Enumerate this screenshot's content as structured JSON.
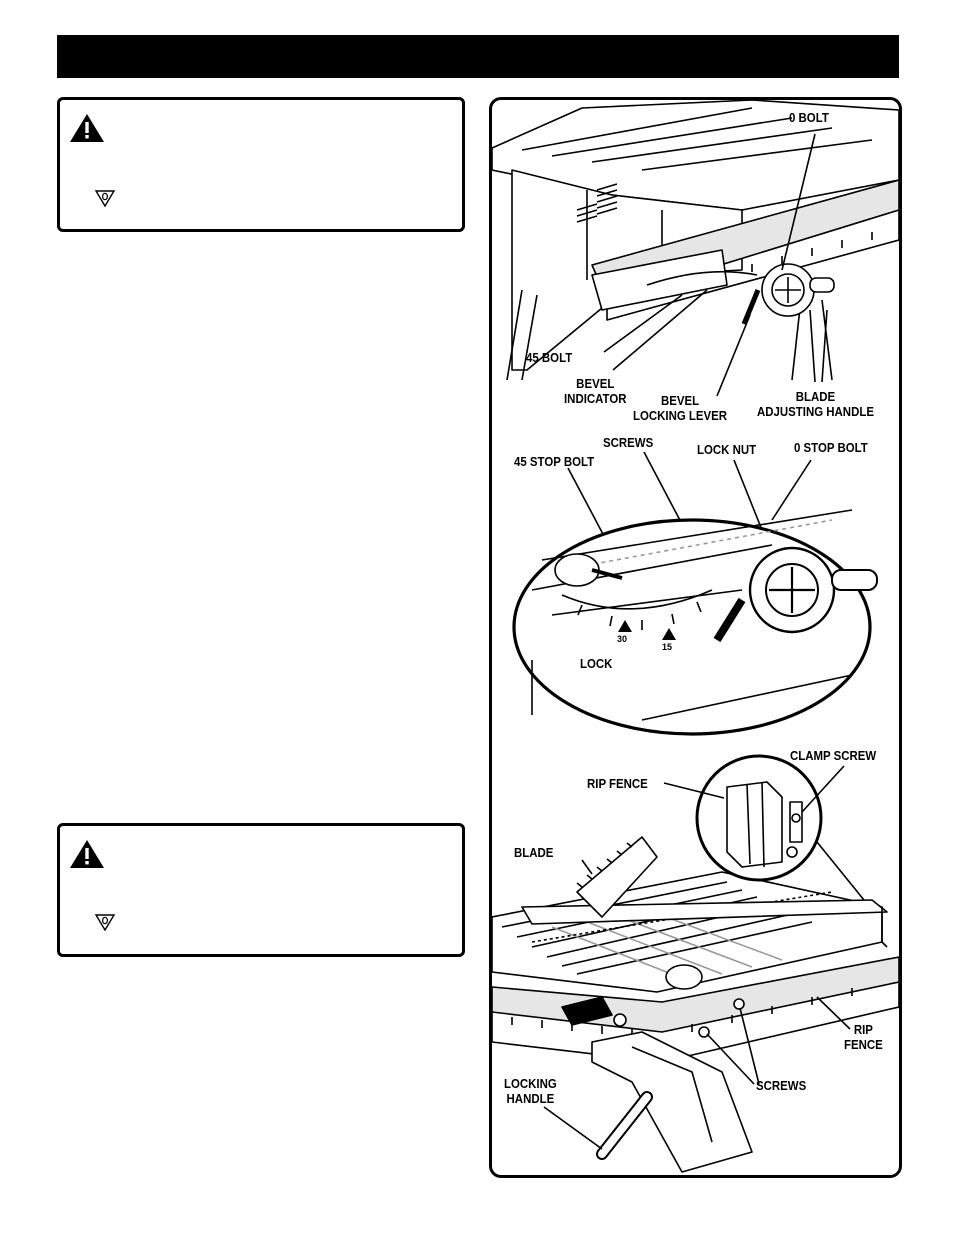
{
  "labels": {
    "zero_bolt": "0  BOLT",
    "forty_five_bolt": "45  BOLT",
    "bevel_indicator": "BEVEL\nINDICATOR",
    "bevel_locking_lever": "BEVEL\nLOCKING LEVER",
    "blade_adjusting_handle": "BLADE\nADJUSTING HANDLE",
    "screws_top": "SCREWS",
    "forty_five_stop_bolt": "45  STOP BOLT",
    "lock_nut": "LOCK NUT",
    "zero_stop_bolt": "0  STOP BOLT",
    "lock": "LOCK",
    "clamp_screw": "CLAMP SCREW",
    "rip_fence_top": "RIP FENCE",
    "blade": "BLADE",
    "rip_fence_right": "RIP\nFENCE",
    "locking_handle": "LOCKING\nHANDLE",
    "screws_bottom": "SCREWS"
  },
  "scale_marks": [
    "30",
    "15"
  ],
  "icons": {
    "warning": "warning-triangle-icon",
    "v_symbol": "v-zero-symbol-icon"
  },
  "colors": {
    "ink": "#000000",
    "paper": "#ffffff",
    "shade": "#cfcfcf"
  }
}
